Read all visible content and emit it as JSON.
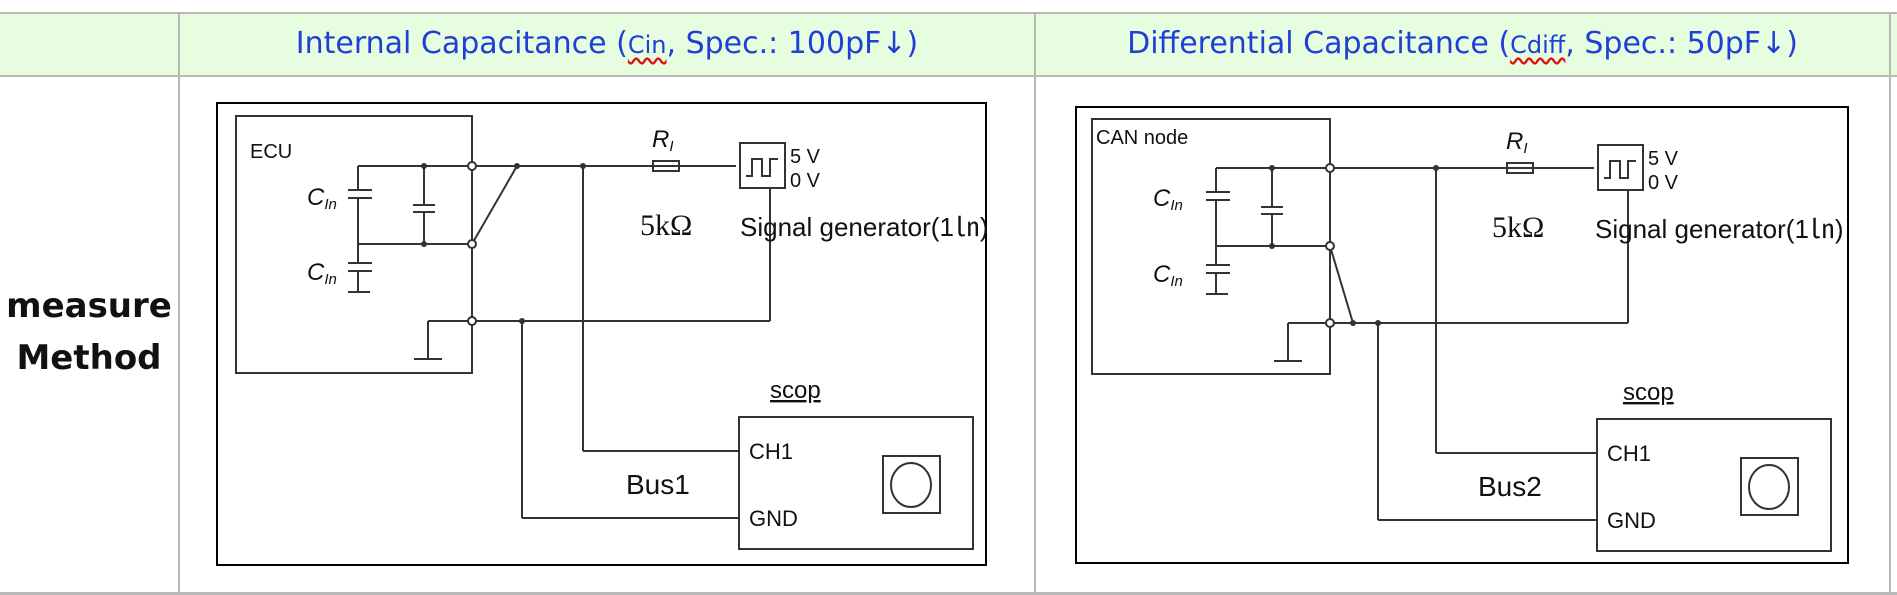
{
  "header": {
    "left": {
      "prefix": "Internal Capacitance (",
      "sym": "Cin",
      "suffix": ", Spec.: 100pF↓)"
    },
    "right": {
      "prefix": "Differential Capacitance (",
      "sym": "Cdiff",
      "suffix": ", Spec.: 50pF↓)"
    }
  },
  "row_label": {
    "line1": "measure",
    "line2": "Method"
  },
  "left_circuit": {
    "box_label": "ECU",
    "cap_label_main": "C",
    "cap_label_sub": "In",
    "resistor_main": "R",
    "resistor_sub": "I",
    "resistance": "5kΩ",
    "gen_high": "5 V",
    "gen_low": "0 V",
    "generator_label": "Signal generator(1㏑)",
    "scope_label": "scop",
    "ch1": "CH1",
    "gnd": "GND",
    "bus": "Bus1"
  },
  "right_circuit": {
    "box_label": "CAN node",
    "cap_label_main": "C",
    "cap_label_sub": "In",
    "resistor_main": "R",
    "resistor_sub": "I",
    "resistance": "5kΩ",
    "gen_high": "5 V",
    "gen_low": "0 V",
    "generator_label": "Signal generator(1㏑)",
    "scope_label": "scop",
    "ch1": "CH1",
    "gnd": "GND",
    "bus": "Bus2"
  }
}
